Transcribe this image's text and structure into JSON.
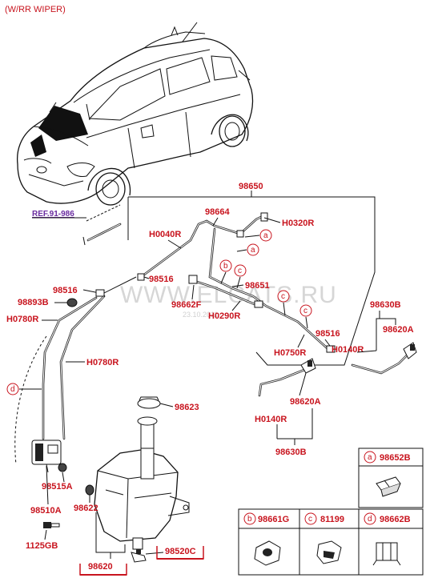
{
  "title": "(W/RR WIPER)",
  "ref_label": "REF.91-986",
  "watermark": "WWW.ELCATS.RU",
  "watermark_date": "23.10.2011",
  "labels": {
    "p98650": "98650",
    "p98664": "98664",
    "pH0320R": "H0320R",
    "pH0040R": "H0040R",
    "p98516a": "98516",
    "p98516b": "98516",
    "p98516c": "98516",
    "p98893B": "98893B",
    "pH0780Ra": "H0780R",
    "pH0780Rb": "H0780R",
    "p98651": "98651",
    "p98662F": "98662F",
    "pH0290R": "H0290R",
    "pH0750R": "H0750R",
    "pH0140Ra": "H0140R",
    "pH0140Rb": "H0140R",
    "p98630Ba": "98630B",
    "p98630Bb": "98630B",
    "p98620Aa": "98620A",
    "p98620Ab": "98620A",
    "p98623": "98623",
    "p98515A": "98515A",
    "p98510A": "98510A",
    "p98622": "98622",
    "p1125GB": "1125GB",
    "p98620": "98620",
    "p98520C": "98520C"
  },
  "callouts": {
    "a": "a",
    "b": "b",
    "c": "c",
    "d": "d"
  },
  "legend": [
    {
      "letter": "a",
      "part": "98652B"
    },
    {
      "letter": "b",
      "part": "98661G"
    },
    {
      "letter": "c",
      "part": "81199"
    },
    {
      "letter": "d",
      "part": "98662B"
    }
  ]
}
